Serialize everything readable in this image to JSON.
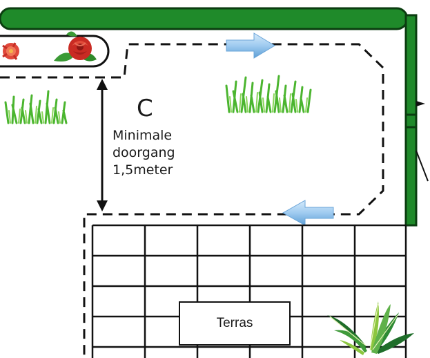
{
  "zone": {
    "letter": "C"
  },
  "passage": {
    "lines": [
      "Minimale",
      "doorgang",
      "1,5meter"
    ]
  },
  "terrace": {
    "label": "Terras"
  },
  "icons": {
    "flow_arrow_right": "arrow-right-icon",
    "flow_arrow_left": "arrow-left-icon",
    "dimension_arrow": "double-arrow-vertical-icon",
    "flowers": "rose-icon",
    "grass": "grass-icon",
    "plant": "fern-plant-icon"
  },
  "colors": {
    "hedge_green": "#1f8a2a",
    "hedge_dark": "#0b4d14",
    "arrow_blue": "#7fb6e6",
    "grass_green": "#5cc43a",
    "rose_red": "#d9342b",
    "line": "#111111"
  }
}
